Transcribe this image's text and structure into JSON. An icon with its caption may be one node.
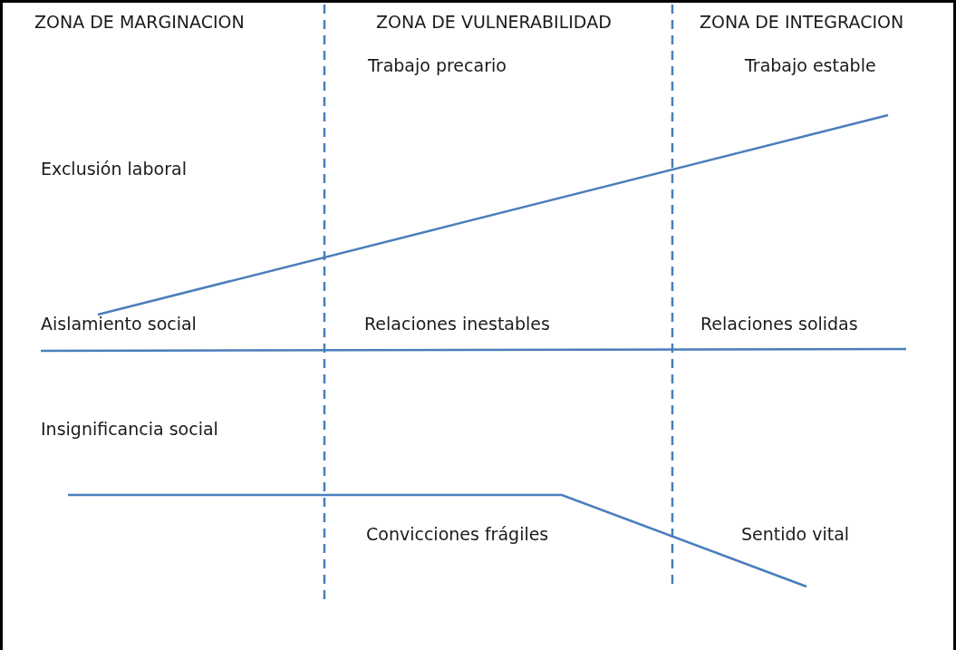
{
  "diagram": {
    "labels": [
      "ZONA DE MARGINACION",
      "ZONA DE VULNERABILIDAD",
      "ZONA DE INTEGRACION",
      "Trabajo precario",
      "Trabajo estable",
      "Exclusión laboral",
      "Aislamiento social",
      "Relaciones inestables",
      "Relaciones solidas",
      "Insignificancia social",
      "Convicciones frágiles",
      "Sentido vital"
    ]
  }
}
